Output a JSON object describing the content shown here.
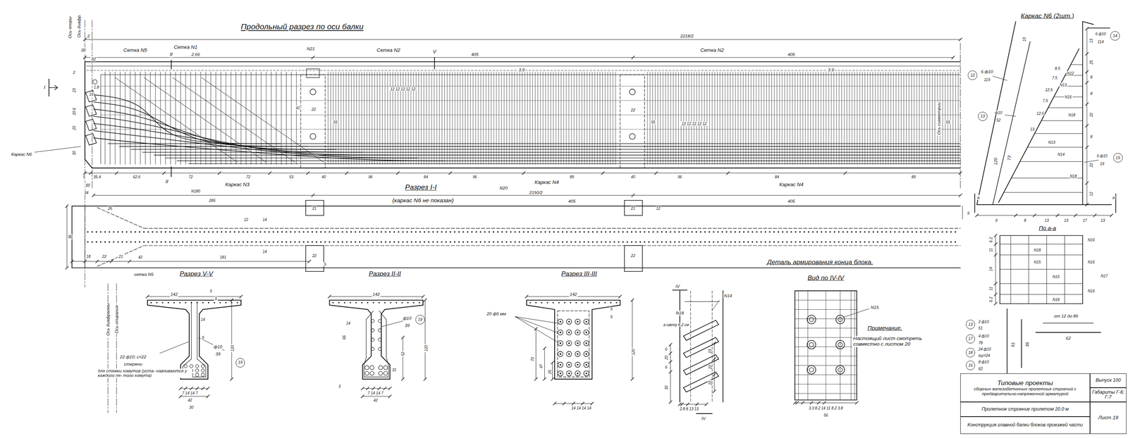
{
  "diagram": {
    "title": "Продольный разрез по оси балки",
    "nodes": [
      {
        "text": [
          "19"
        ]
      },
      {
        "text": [
          "19"
        ]
      },
      {
        "text": [
          "14"
        ]
      },
      {
        "text": [
          "12"
        ]
      },
      {
        "text": [
          "13"
        ]
      },
      {
        "text": [
          "15"
        ]
      },
      {
        "text": [
          "13"
        ]
      },
      {
        "text": [
          "17"
        ]
      },
      {
        "text": [
          "18"
        ]
      },
      {
        "text": [
          "16"
        ]
      },
      {
        "text": [
          "Типовые проекты",
          "сборных железобетонных пролетных строений с предварительно-напряженной арматурой"
        ]
      },
      {
        "text": [
          "Выпуск 100"
        ]
      },
      {
        "text": [
          "Габариты Г-6; Г-7"
        ]
      },
      {
        "text": [
          "Пролетное строение пролетом 20.0 м"
        ]
      },
      {
        "text": [
          "Лист 19"
        ]
      },
      {
        "text": [
          "Конструкция главной балки блоков проезжей части"
        ]
      }
    ],
    "labels": [
      "Ось опоры",
      "Ось диафр.",
      "2",
      "III",
      "32",
      "Сетка N5",
      "Сетка N1",
      "II",
      "2.66",
      "N21",
      "Сетка N2",
      "V",
      "405",
      "3.9",
      "2218/2",
      "Сетка N2",
      "405",
      "3.9",
      "Ось симметрии",
      "I",
      "1.8",
      "16",
      "2",
      "23",
      "20.6",
      "20",
      "30",
      "Каркас N6",
      "12 12 12 12 12",
      "41",
      "22",
      "55",
      "22",
      "55",
      "12 12 12 12 12",
      "55",
      "5",
      "35.4",
      "62.6",
      "72",
      "72",
      "53",
      "40",
      "96",
      "84",
      "96",
      "89",
      "40",
      "96",
      "84",
      "89",
      "II",
      "III",
      "Каркас N3",
      "N180",
      "34",
      "285",
      "Каркас N4",
      "N20",
      "Каркас N4",
      "2150/2",
      "405",
      "405",
      "Разрез I-I",
      "(каркас N6 не показан)",
      "36",
      "26",
      "12",
      "14",
      "21",
      "21",
      "12",
      "9",
      "14",
      "22",
      "5",
      "22",
      "18",
      "22",
      "21",
      "42",
      "181",
      "сетка N5",
      "Деталь армирования конца блока.",
      "Разрез V-V",
      "Ось диафрагмы",
      "Ось опирания",
      "142",
      "3",
      "9",
      "14",
      "9",
      "120",
      "ф10",
      "39",
      "22 ф10; с=22",
      "стержни",
      "для стяжки хомутов (уста- навливаются у каждого пя- того хомута)",
      "7 14 14 7",
      "42",
      "30",
      "Разрез II-II",
      "142",
      "14",
      "66",
      "ф10",
      "39",
      "120",
      "52",
      "31",
      "3",
      "7 14 14 7",
      "42",
      "Разрез III-III",
      "142",
      "20 ф5 мм",
      "5",
      "5",
      "120",
      "70",
      "47",
      "25",
      "14 14 14 14",
      "IV",
      "N14",
      "N18",
      "в свету 8,2 см",
      "20",
      "6",
      "6",
      "30",
      "23",
      "22",
      "22",
      "2.8 8 13 13",
      "IV",
      "Вид по IV-IV",
      "N15",
      "3.3 8.2 14 11 8.2 3.8",
      "56",
      "Примечание.",
      "Настоящий лист смотреть совместно с листом 20",
      "Каркас N6 (2шт.)",
      "10",
      "6 ф10",
      "114",
      "6 ф10",
      "119",
      "ф10",
      "52",
      "120",
      "73",
      "6 ф10",
      "19",
      "13",
      "25",
      "8",
      "8",
      "22",
      "8",
      "22",
      "12",
      "8.5",
      "7.5",
      "12.5",
      "7.5",
      "12.5",
      "13",
      "N12",
      "N13",
      "N16",
      "N18",
      "N13",
      "N14",
      "N18",
      "9",
      "8",
      "13",
      "13",
      "17",
      "13",
      "а",
      "а",
      "По а-а",
      "6.2",
      "11",
      "14",
      "11",
      "6.2",
      "N16",
      "N16",
      "N16",
      "N17",
      "N15",
      "N15",
      "N18",
      "N18",
      "от 12 до 86",
      "62",
      "51",
      "36",
      "2 ф10",
      "51",
      "4 ф10",
      "78",
      "24 ф10",
      "ℓср=24",
      "8 ф10",
      "62"
    ]
  }
}
